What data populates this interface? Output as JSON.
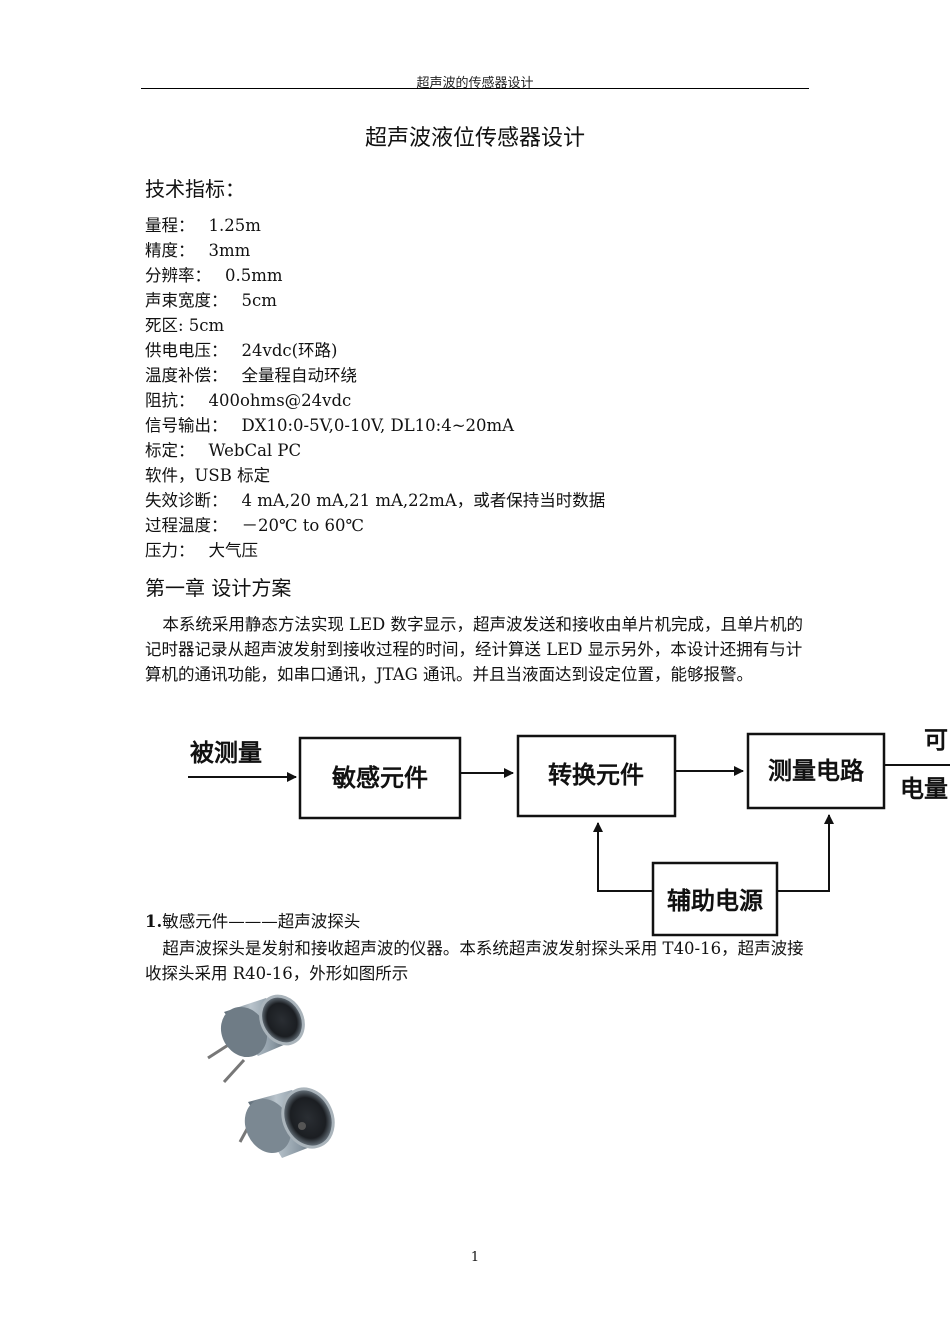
{
  "header": {
    "running_title": "超声波的传感器设计"
  },
  "title": "超声波液位传感器设计",
  "tech_specs": {
    "heading": "技术指标：",
    "items": [
      {
        "label": "量程：",
        "value": "1.25m"
      },
      {
        "label": "精度：",
        "value": "3mm"
      },
      {
        "label": "分辨率：",
        "value": "0.5mm"
      },
      {
        "label": "声束宽度：",
        "value": "5cm"
      },
      {
        "label": "死区: 5cm",
        "value": ""
      },
      {
        "label": "供电电压：",
        "value": "24vdc(环路)"
      },
      {
        "label": "温度补偿：",
        "value": "全量程自动环绕"
      },
      {
        "label": "阻抗：",
        "value": "400ohms@24vdc"
      },
      {
        "label": "信号输出：",
        "value": "DX10:0-5V,0-10V, DL10:4~20mA"
      },
      {
        "label": "标定：",
        "value": "WebCal PC"
      },
      {
        "label": "软件，USB 标定",
        "value": ""
      },
      {
        "label": "失效诊断：",
        "value": "4 mA,20 mA,21 mA,22mA，或者保持当时数据"
      },
      {
        "label": "过程温度：",
        "value": "－20℃  to 60℃"
      },
      {
        "label": "压力：",
        "value": "大气压"
      }
    ]
  },
  "chapter1": {
    "heading": "第一章  设计方案",
    "paragraph": "本系统采用静态方法实现 LED 数字显示，超声波发送和接收由单片机完成，且单片机的记时器记录从超声波发射到接收过程的时间，经计算送 LED 显示另外，本设计还拥有与计算机的通讯功能，如串口通讯，JTAG 通讯。并且当液面达到设定位置，能够报警。"
  },
  "diagram": {
    "input_label": "被测量",
    "block_sensor": "敏感元件",
    "block_converter": "转换元件",
    "block_measure": "测量电路",
    "block_power": "辅助电源",
    "output_label_top": "可",
    "output_label_bottom": "电量"
  },
  "section1": {
    "number": "1.",
    "heading": "敏感元件———超声波探头",
    "paragraph": "超声波探头是发射和接收超声波的仪器。本系统超声波发射探头采用 T40-16，超声波接收探头采用 R40-16，外形如图所示"
  },
  "page_number": "1"
}
